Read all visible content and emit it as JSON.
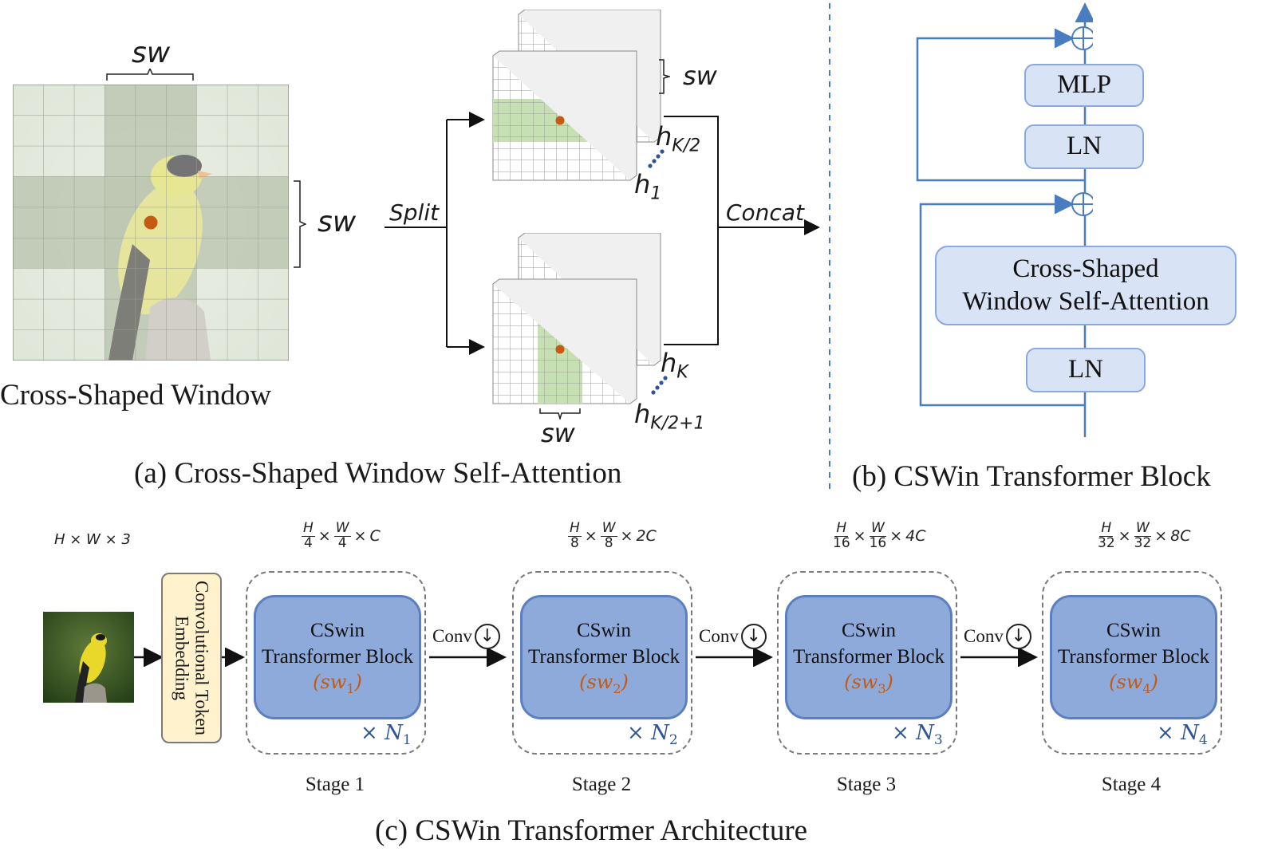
{
  "panel_a": {
    "caption": "(a) Cross-Shaped Window Self-Attention",
    "image_label": "Cross-Shaped Window",
    "sw_top": "sw",
    "sw_side": "sw",
    "split_label": "Split",
    "concat_label": "Concat",
    "sw_grid_top": "sw",
    "sw_grid_bottom": "sw",
    "head_top_a": "h",
    "head_top_a_sub": "K/2",
    "head_top_b": "h",
    "head_top_b_sub": "1",
    "head_bot_a": "h",
    "head_bot_a_sub": "K",
    "head_bot_b": "h",
    "head_bot_b_sub": "K/2+1"
  },
  "panel_b": {
    "caption": "(b) CSWin Transformer Block",
    "mlp": "MLP",
    "ln_top": "LN",
    "attention_line1": "Cross-Shaped",
    "attention_line2": "Window Self-Attention",
    "ln_bottom": "LN"
  },
  "panel_c": {
    "caption": "(c) CSWin Transformer Architecture",
    "input_dim": "H × W × 3",
    "embed_label": "Convolutional Token Embedding",
    "block_line1": "CSwin",
    "block_line2": "Transformer Block",
    "conv_label": "Conv",
    "down_symbol": "↓",
    "times_symbol": "×",
    "stages": [
      {
        "label": "Stage 1",
        "sw": "sw",
        "sw_sub": "1",
        "n": "N",
        "n_sub": "1",
        "den_h": "4",
        "den_w": "4",
        "channels": "C"
      },
      {
        "label": "Stage 2",
        "sw": "sw",
        "sw_sub": "2",
        "n": "N",
        "n_sub": "2",
        "den_h": "8",
        "den_w": "8",
        "channels": "2C"
      },
      {
        "label": "Stage 3",
        "sw": "sw",
        "sw_sub": "3",
        "n": "N",
        "n_sub": "3",
        "den_h": "16",
        "den_w": "16",
        "channels": "4C"
      },
      {
        "label": "Stage 4",
        "sw": "sw",
        "sw_sub": "4",
        "n": "N",
        "n_sub": "4",
        "den_h": "32",
        "den_w": "32",
        "channels": "8C"
      }
    ],
    "frac_num_h": "H",
    "frac_num_w": "W"
  },
  "colors": {
    "window_green": "#c6e0b4",
    "block_fill": "#8eaadb",
    "block_border": "#5b7fbf",
    "light_box": "#d8e3f5",
    "embed_fill": "#fff2cc",
    "accent_orange": "#c55a11",
    "accent_blue": "#2f5597"
  }
}
